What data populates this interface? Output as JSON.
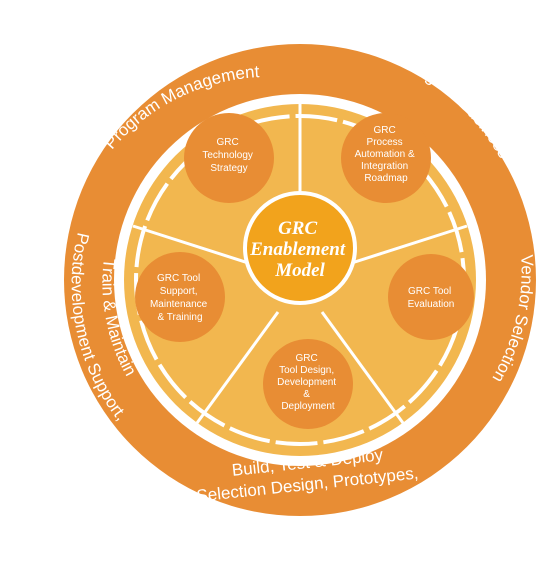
{
  "colors": {
    "ring": "#E88D34",
    "band": "#FFFFFF",
    "inner_disc": "#F2B74F",
    "node": "#E88D34",
    "center": "#F2A31C",
    "spoke": "#FFFFFF",
    "text": "#FFFFFF"
  },
  "outer_ring": {
    "program_management": "Program Management",
    "understanding_business": "Understanding the Business",
    "vendor_selection": "Vendor Selection",
    "build_deploy": "Build, Test & Deploy",
    "selection_design": "Selection Design, Prototypes,",
    "postdevelopment_support": "Postdevelopment Support,",
    "train_maintain": "Train & Maintain"
  },
  "center": {
    "line1": "GRC",
    "line2": "Enablement",
    "line3": "Model"
  },
  "nodes": {
    "technology_strategy": {
      "lines": [
        "GRC",
        "Technology",
        "Strategy"
      ]
    },
    "process_automation": {
      "lines": [
        "GRC",
        "Process",
        "Automation &",
        "Integration",
        "Roadmap"
      ]
    },
    "tool_evaluation": {
      "lines": [
        "GRC Tool",
        "Evaluation"
      ]
    },
    "tool_design": {
      "lines": [
        "GRC",
        "Tool Design,",
        "Development",
        "&",
        "Deployment"
      ]
    },
    "tool_support": {
      "lines": [
        "GRC Tool",
        "Support,",
        "Maintenance",
        "& Training"
      ]
    }
  }
}
